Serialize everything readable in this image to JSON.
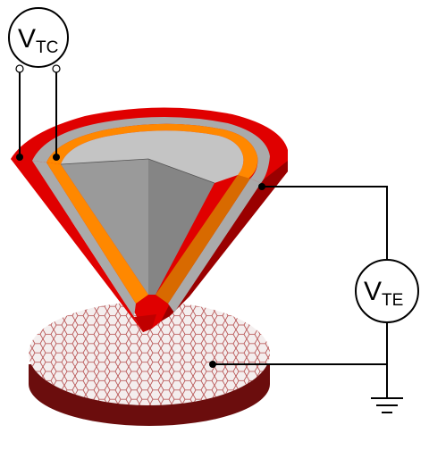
{
  "meters": {
    "tc": {
      "label_main": "V",
      "label_sub": "TC"
    },
    "te": {
      "label_main": "V",
      "label_sub": "TE"
    }
  },
  "colors": {
    "outer_layer": "#e00000",
    "outer_layer_dark": "#9a0000",
    "middle_layer": "#aaaaaa",
    "inner_layer": "#ff8800",
    "core": "#9a9a9a",
    "core_light": "#c4c4c4",
    "sample": "#f4eeee",
    "sample_pattern": "#b34a4a",
    "sample_edge": "#6b0d0d",
    "wire": "#000000"
  },
  "icons": {
    "ground": "ground-symbol-icon",
    "contact": "contact-dot-icon"
  }
}
